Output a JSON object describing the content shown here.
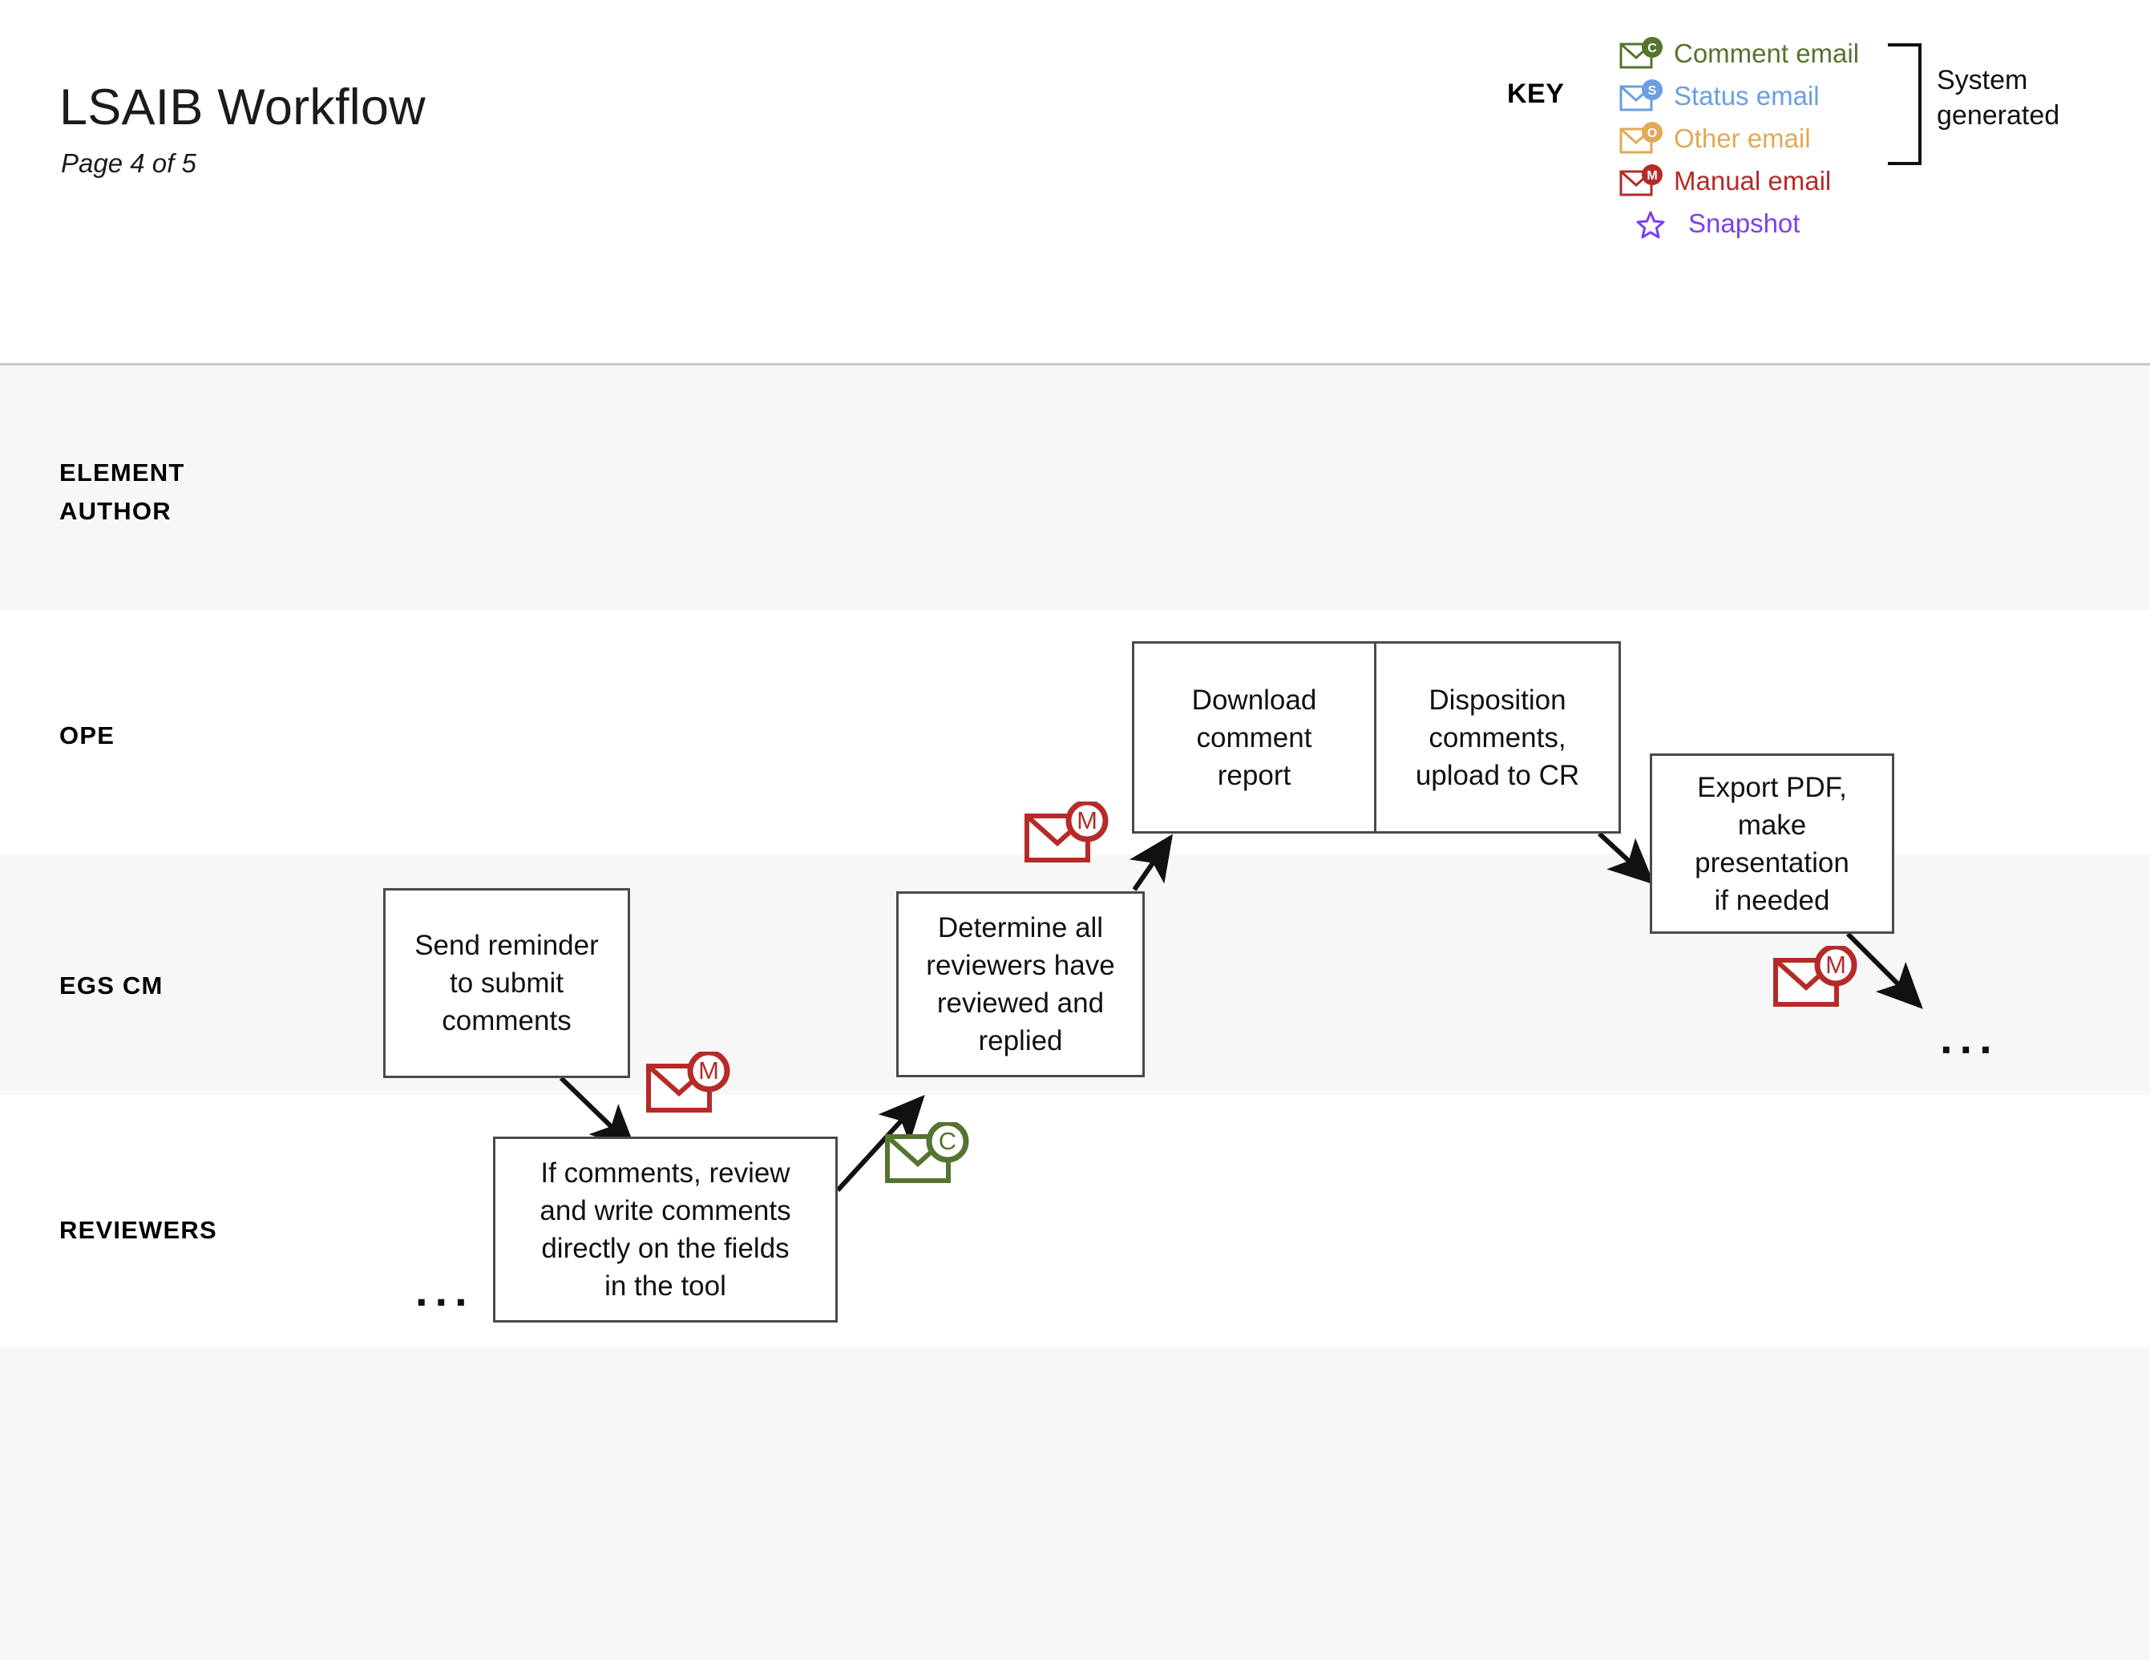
{
  "header": {
    "title": "LSAIB Workflow",
    "subtitle": "Page 4 of 5"
  },
  "key": {
    "label": "KEY",
    "bracket_text": "System\ngenerated",
    "items": [
      {
        "icon": "comment-email-icon",
        "badge": "C",
        "label": "Comment email",
        "color": "#55742f"
      },
      {
        "icon": "status-email-icon",
        "badge": "S",
        "label": "Status email",
        "color": "#6a9fe0"
      },
      {
        "icon": "other-email-icon",
        "badge": "O",
        "label": "Other email",
        "color": "#e0aa58"
      },
      {
        "icon": "manual-email-icon",
        "badge": "M",
        "label": "Manual email",
        "color": "#b52b27"
      },
      {
        "icon": "snapshot-star-icon",
        "badge": "",
        "label": "Snapshot",
        "color": "#7b3ff2"
      }
    ]
  },
  "lanes": [
    {
      "label": "ELEMENT\nAUTHOR",
      "shaded": true
    },
    {
      "label": "OPE",
      "shaded": false
    },
    {
      "label": "EGS CM",
      "shaded": true
    },
    {
      "label": "REVIEWERS",
      "shaded": false
    }
  ],
  "nodes": [
    {
      "id": "download-comment-report",
      "lane": "OPE",
      "text": "Download\ncomment\nreport"
    },
    {
      "id": "disposition-comments",
      "lane": "OPE",
      "text": "Disposition\ncomments,\nupload to CR"
    },
    {
      "id": "export-pdf",
      "lane": "OPE",
      "text": "Export PDF,\nmake\npresentation\nif needed"
    },
    {
      "id": "send-reminder",
      "lane": "EGS CM",
      "text": "Send reminder\nto submit\ncomments"
    },
    {
      "id": "determine-all-reviewers",
      "lane": "EGS CM",
      "text": "Determine all\nreviewers have\nreviewed and\nreplied"
    },
    {
      "id": "review-write-comments",
      "lane": "REVIEWERS",
      "text": "If comments, review\nand write comments\ndirectly on the fields\nin the tool"
    }
  ],
  "email_markers": [
    {
      "id": "manual-email-marker-1",
      "badge": "M",
      "color": "#b52b27",
      "near": "send-reminder"
    },
    {
      "id": "manual-email-marker-2",
      "badge": "M",
      "color": "#b52b27",
      "near": "determine-all-reviewers"
    },
    {
      "id": "comment-email-marker-1",
      "badge": "C",
      "color": "#55742f",
      "near": "review-write-comments"
    },
    {
      "id": "manual-email-marker-3",
      "badge": "M",
      "color": "#b52b27",
      "near": "export-pdf"
    }
  ],
  "continuation_marks": [
    {
      "id": "continuation-left",
      "text": "..."
    },
    {
      "id": "continuation-right",
      "text": "..."
    }
  ],
  "colors": {
    "lane_shaded": "#f7f7f7",
    "lane_plain": "#ffffff",
    "box_border": "#4a4a4a",
    "arrow": "#111111"
  }
}
